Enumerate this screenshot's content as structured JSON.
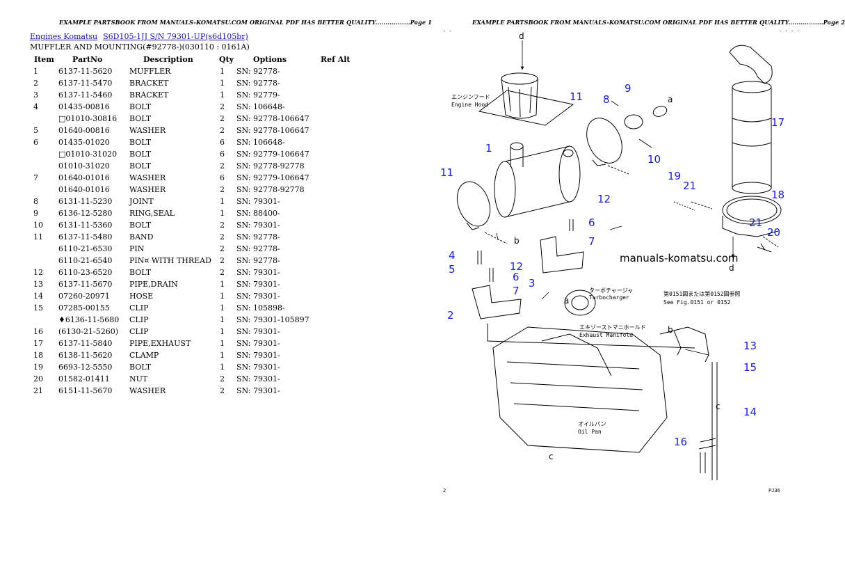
{
  "left_page": {
    "banner": "EXAMPLE PARTSBOOK FROM MANUALS-KOMATSU.COM ORIGINAL PDF HAS BETTER QUALITY.................Page 1",
    "breadcrumb": {
      "link1": "Engines Komatsu",
      "link2": "S6D105-1JJ S/N 79301-UP(s6d105br)"
    },
    "group_title": "MUFFLER AND MOUNTING(#92778-)(030110 : 0161A)",
    "columns": {
      "item": "Item",
      "partno": "PartNo",
      "description": "Description",
      "qty": "Qty",
      "options": "Options",
      "refalt": "Ref Alt"
    },
    "rows": [
      {
        "item": "1",
        "partno": "6137-11-5620",
        "description": "MUFFLER",
        "qty": "1",
        "options": "SN: 92778-",
        "refalt": ""
      },
      {
        "item": "2",
        "partno": "6137-11-5470",
        "description": "BRACKET",
        "qty": "1",
        "options": "SN: 92778-",
        "refalt": ""
      },
      {
        "item": "3",
        "partno": "6137-11-5460",
        "description": "BRACKET",
        "qty": "1",
        "options": "SN: 92779-",
        "refalt": ""
      },
      {
        "item": "4",
        "partno": "01435-00816",
        "description": "BOLT",
        "qty": "2",
        "options": "SN: 106648-",
        "refalt": ""
      },
      {
        "item": "",
        "partno": "□01010-30816",
        "description": "BOLT",
        "qty": "2",
        "options": "SN: 92778-106647",
        "refalt": ""
      },
      {
        "item": "5",
        "partno": "01640-00816",
        "description": "WASHER",
        "qty": "2",
        "options": "SN: 92778-106647",
        "refalt": ""
      },
      {
        "item": "6",
        "partno": "01435-01020",
        "description": "BOLT",
        "qty": "6",
        "options": "SN: 106648-",
        "refalt": ""
      },
      {
        "item": "",
        "partno": "□01010-31020",
        "description": "BOLT",
        "qty": "6",
        "options": "SN: 92779-106647",
        "refalt": ""
      },
      {
        "item": "",
        "partno": "01010-31020",
        "description": "BOLT",
        "qty": "2",
        "options": "SN: 92778-92778",
        "refalt": ""
      },
      {
        "item": "7",
        "partno": "01640-01016",
        "description": "WASHER",
        "qty": "6",
        "options": "SN: 92779-106647",
        "refalt": ""
      },
      {
        "item": "",
        "partno": "01640-01016",
        "description": "WASHER",
        "qty": "2",
        "options": "SN: 92778-92778",
        "refalt": ""
      },
      {
        "item": "8",
        "partno": "6131-11-5230",
        "description": "JOINT",
        "qty": "1",
        "options": "SN: 79301-",
        "refalt": ""
      },
      {
        "item": "9",
        "partno": "6136-12-5280",
        "description": "RING,SEAL",
        "qty": "1",
        "options": "SN: 88400-",
        "refalt": ""
      },
      {
        "item": "10",
        "partno": "6131-11-5360",
        "description": "BOLT",
        "qty": "2",
        "options": "SN: 79301-",
        "refalt": ""
      },
      {
        "item": "11",
        "partno": "6137-11-5480",
        "description": "BAND",
        "qty": "2",
        "options": "SN: 92778-",
        "refalt": ""
      },
      {
        "item": "",
        "partno": "6110-21-6530",
        "description": "PIN",
        "qty": "2",
        "options": "SN: 92778-",
        "refalt": ""
      },
      {
        "item": "",
        "partno": "6110-21-6540",
        "description": "PIN¤ WITH THREAD",
        "qty": "2",
        "options": "SN: 92778-",
        "refalt": ""
      },
      {
        "item": "12",
        "partno": "6110-23-6520",
        "description": "BOLT",
        "qty": "2",
        "options": "SN: 79301-",
        "refalt": ""
      },
      {
        "item": "13",
        "partno": "6137-11-5670",
        "description": "PIPE,DRAIN",
        "qty": "1",
        "options": "SN: 79301-",
        "refalt": ""
      },
      {
        "item": "14",
        "partno": "07260-20971",
        "description": "HOSE",
        "qty": "1",
        "options": "SN: 79301-",
        "refalt": ""
      },
      {
        "item": "15",
        "partno": "07285-00155",
        "description": "CLIP",
        "qty": "1",
        "options": "SN: 105898-",
        "refalt": ""
      },
      {
        "item": "",
        "partno": "♦6136-11-5680",
        "description": "CLIP",
        "qty": "1",
        "options": "SN: 79301-105897",
        "refalt": ""
      },
      {
        "item": "16",
        "partno": "(6130-21-5260)",
        "description": "CLIP",
        "qty": "1",
        "options": "SN: 79301-",
        "refalt": ""
      },
      {
        "item": "17",
        "partno": "6137-11-5840",
        "description": "PIPE,EXHAUST",
        "qty": "1",
        "options": "SN: 79301-",
        "refalt": ""
      },
      {
        "item": "18",
        "partno": "6138-11-5620",
        "description": "CLAMP",
        "qty": "1",
        "options": "SN: 79301-",
        "refalt": ""
      },
      {
        "item": "19",
        "partno": "6693-12-5550",
        "description": "BOLT",
        "qty": "1",
        "options": "SN: 79301-",
        "refalt": ""
      },
      {
        "item": "20",
        "partno": "01582-01411",
        "description": "NUT",
        "qty": "2",
        "options": "SN: 79301-",
        "refalt": ""
      },
      {
        "item": "21",
        "partno": "6151-11-5670",
        "description": "WASHER",
        "qty": "2",
        "options": "SN: 79301-",
        "refalt": ""
      }
    ]
  },
  "right_page": {
    "banner": "EXAMPLE PARTSBOOK FROM MANUALS-KOMATSU.COM ORIGINAL PDF HAS BETTER QUALITY.................Page 2",
    "diagram": {
      "watermark": "manuals-komatsu.com",
      "jp_engine_hood": "エンジンフード",
      "engine_hood": "Engine Hood",
      "jp_turbo": "ターボチャージャ",
      "turbocharger": "Turbocharger",
      "jp_exhaust": "エキゾーストマニホールド",
      "exhaust_manifold": "Exhaust Manifold",
      "jp_oilpan": "オイルパン",
      "oil_pan": "Oil Pan",
      "jp_see_fig": "第0151図または第0152図参照",
      "see_fig": "See Fig.0151 or 0152",
      "letters": {
        "a": "a",
        "b": "b",
        "c": "c",
        "d": "d"
      },
      "callouts": [
        "1",
        "2",
        "3",
        "4",
        "5",
        "6",
        "7",
        "8",
        "9",
        "10",
        "11",
        "12",
        "13",
        "14",
        "15",
        "16",
        "17",
        "18",
        "19",
        "20",
        "21"
      ],
      "footer_left": "2",
      "footer_right": "PJ36",
      "top_left_mark": "- -",
      "top_right_mark": "· · · ·"
    },
    "colors": {
      "callout": "#1a1adc",
      "line": "#000000"
    }
  }
}
